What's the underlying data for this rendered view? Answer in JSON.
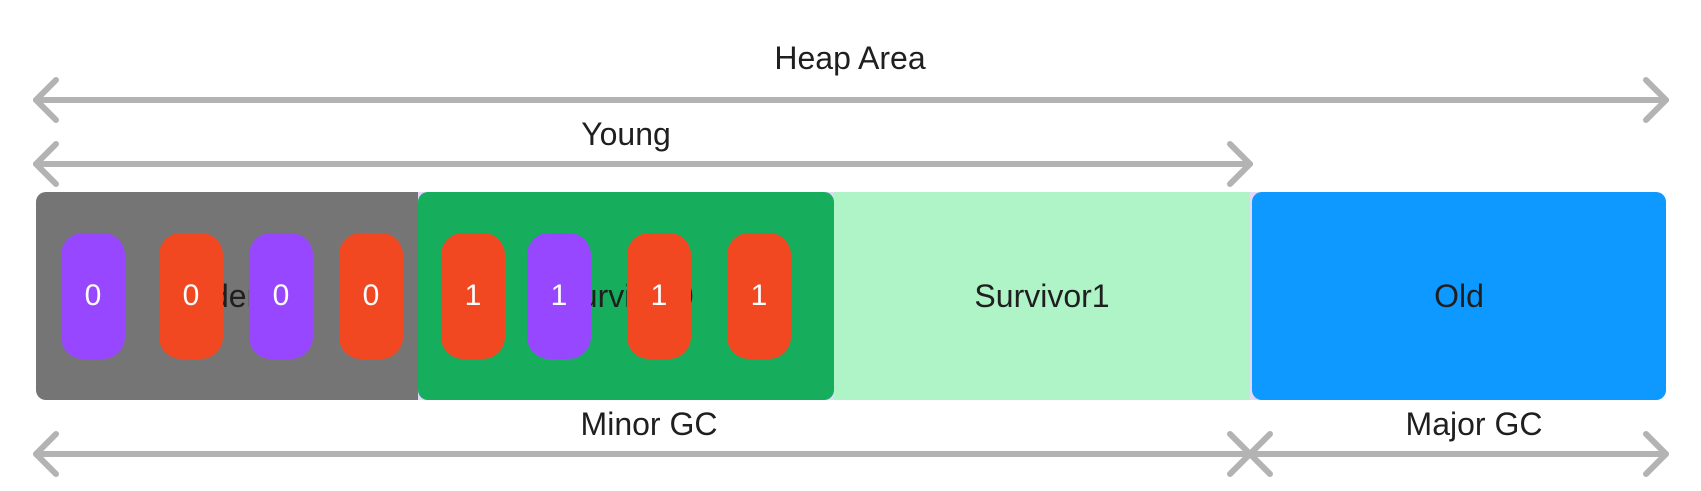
{
  "labels": {
    "heap": "Heap Area",
    "young": "Young",
    "minor_gc": "Minor GC",
    "major_gc": "Major GC"
  },
  "regions": {
    "eden": "Eden",
    "survivor0": "Survivor0",
    "survivor1": "Survivor1",
    "old": "Old"
  },
  "objects": [
    "0",
    "0",
    "0",
    "0",
    "1",
    "1",
    "1",
    "1"
  ],
  "colors": {
    "arrow": "#b3b3b3",
    "eden": "#757575",
    "survivor0": "#16ae5c",
    "survivor1": "#aff4c6",
    "old": "#0d99ff",
    "object_purple": "#9747ff",
    "object_red": "#f24822"
  }
}
